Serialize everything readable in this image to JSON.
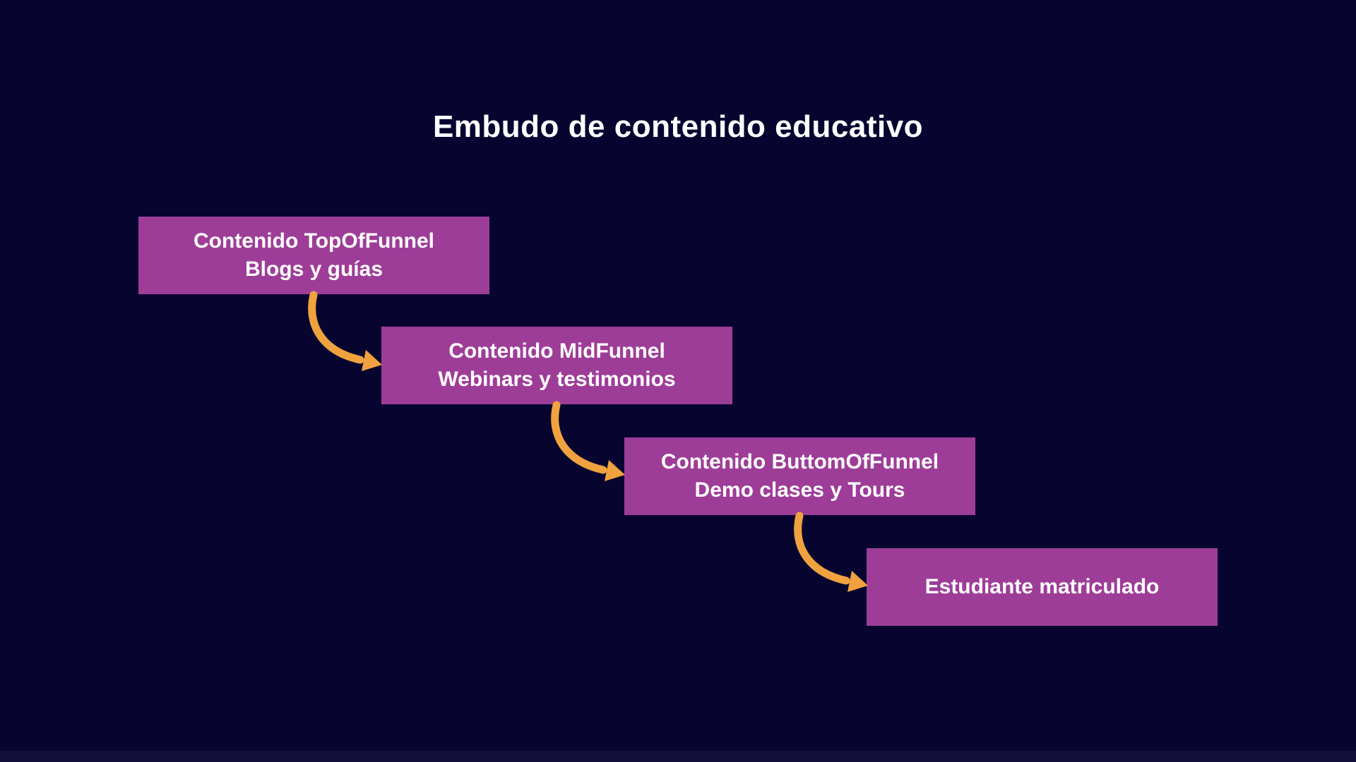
{
  "diagram": {
    "title": "Embudo de contenido educativo",
    "steps": [
      {
        "line1": "Contenido TopOfFunnel",
        "line2": "Blogs y guías"
      },
      {
        "line1": "Contenido MidFunnel",
        "line2": "Webinars y testimonios"
      },
      {
        "line1": "Contenido ButtomOfFunnel",
        "line2": "Demo clases y Tours"
      },
      {
        "line1": "Estudiante matriculado",
        "line2": ""
      }
    ],
    "flow": [
      "Contenido TopOfFunnel -> Contenido MidFunnel",
      "Contenido MidFunnel -> Contenido ButtomOfFunnel",
      "Contenido ButtomOfFunnel -> Estudiante matriculado"
    ],
    "colors": {
      "background": "#070530",
      "bottom_strip": "#13103c",
      "step_box": "#9e3d98",
      "arrow": "#f0a23f",
      "text": "#ffffff"
    }
  }
}
